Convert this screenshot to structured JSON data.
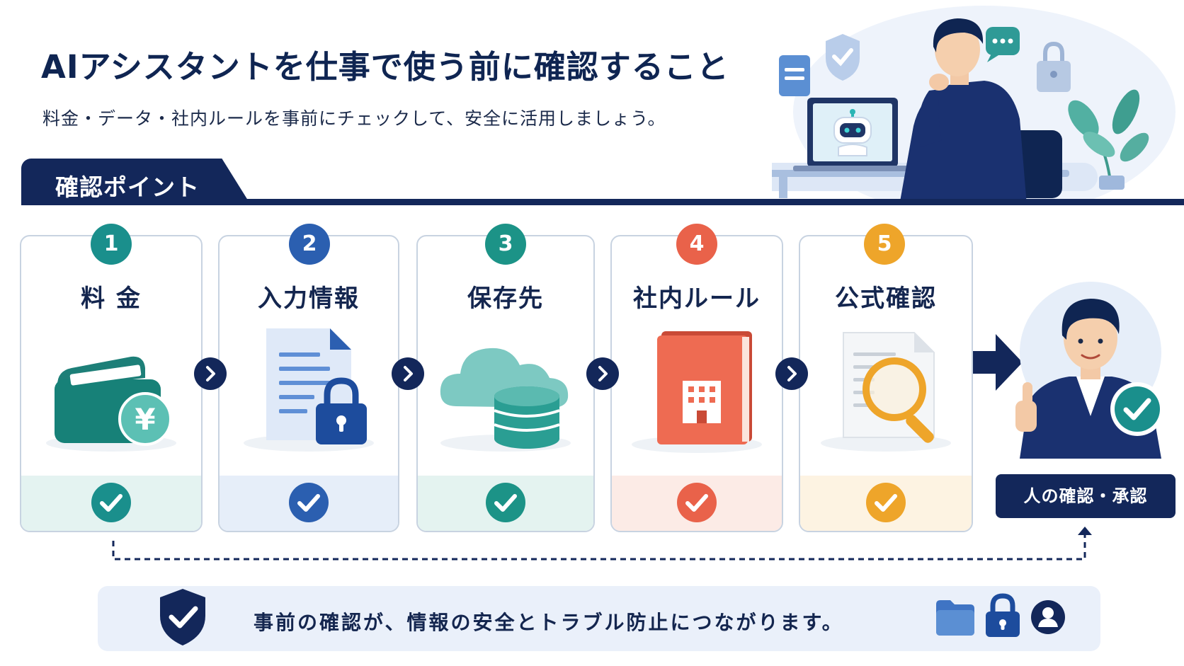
{
  "header": {
    "title": "AIアシスタントを仕事で使う前に確認すること",
    "subtitle": "料金・データ・社内ルールを事前にチェックして、安全に活用しましょう。"
  },
  "section": {
    "label": "確認ポイント"
  },
  "steps": [
    {
      "number": "1",
      "title": "料 金",
      "icon": "wallet-yen-icon",
      "accent": "#1a8f8c",
      "band": "#e4f3f1"
    },
    {
      "number": "2",
      "title": "入力情報",
      "icon": "document-lock-icon",
      "accent": "#2b5fb0",
      "band": "#e6eef9"
    },
    {
      "number": "3",
      "title": "保存先",
      "icon": "cloud-database-icon",
      "accent": "#1c9387",
      "band": "#e4f3f0"
    },
    {
      "number": "4",
      "title": "社内ルール",
      "icon": "rulebook-icon",
      "accent": "#e9624a",
      "band": "#fcebe6"
    },
    {
      "number": "5",
      "title": "公式確認",
      "icon": "magnifier-document-icon",
      "accent": "#eea52a",
      "band": "#fdf3e2"
    }
  ],
  "approval": {
    "label": "人の確認・承認",
    "icon": "person-approval-icon"
  },
  "footer": {
    "message": "事前の確認が、情報の安全とトラブル防止につながります。"
  },
  "colors": {
    "navy": "#13275a",
    "teal": "#1a8f8c",
    "blue": "#2b5fb0",
    "coral": "#e9624a",
    "amber": "#eea52a"
  }
}
